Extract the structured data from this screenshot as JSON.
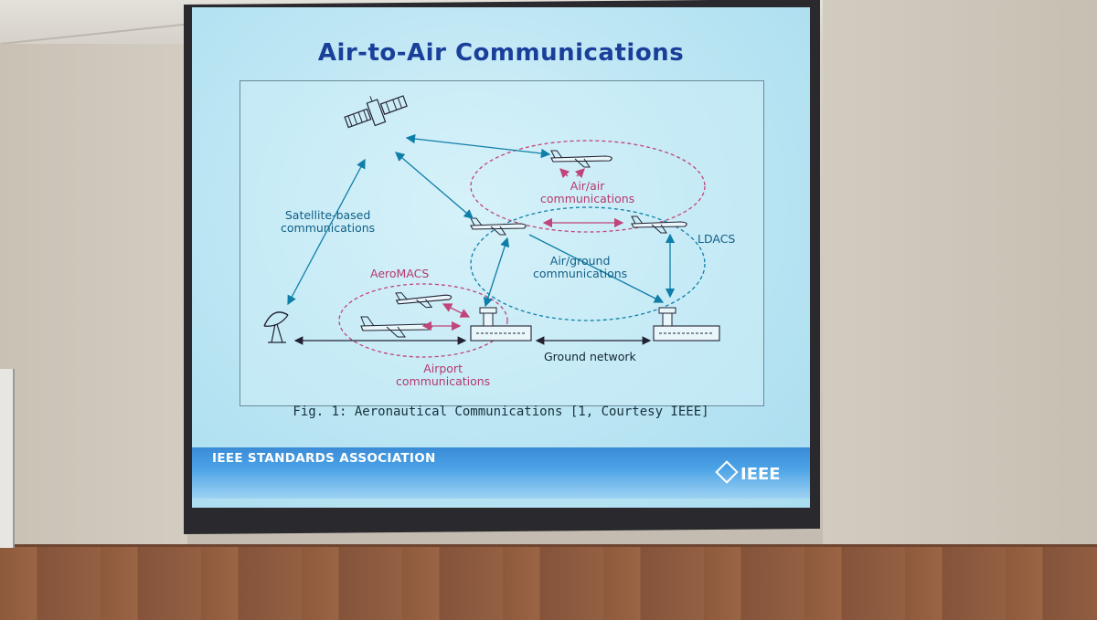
{
  "slide": {
    "title": "Air-to-Air Communications",
    "caption": "Fig. 1: Aeronautical Communications [1, Courtesy IEEE]",
    "footer_left": "IEEE STANDARDS ASSOCIATION",
    "footer_right": "IEEE"
  },
  "diagram": {
    "labels": {
      "satellite_based": "Satellite-based",
      "satellite_based_2": "communications",
      "air_air": "Air/air",
      "air_air_2": "communications",
      "ldacs": "LDACS",
      "air_ground": "Air/ground",
      "air_ground_2": "communications",
      "aeromacs": "AeroMACS",
      "airport": "Airport",
      "airport_2": "communications",
      "ground_network": "Ground network"
    },
    "icons": [
      "satellite-icon",
      "ground-antenna-icon",
      "airplane-icon",
      "control-tower-icon"
    ],
    "colors": {
      "accent_blue": "#1a3f9a",
      "cyan_arrow": "#0f7ea8",
      "pink_dashed": "#c0457a"
    }
  }
}
